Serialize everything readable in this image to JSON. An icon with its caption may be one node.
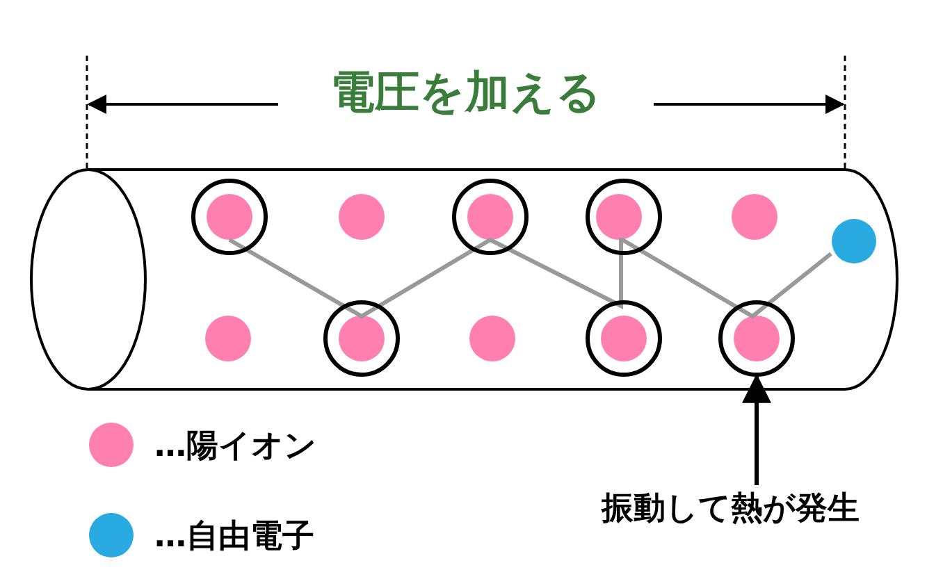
{
  "diagram": {
    "title": "電圧を加える",
    "nodes": [
      {
        "text": [
          "振動して熱が発生"
        ]
      },
      {
        "text": [],
        "shape": "circle"
      }
    ],
    "edges": [
      {
        "from": 0,
        "to": 1,
        "arrow": "to"
      }
    ],
    "legend": [
      {
        "text": "…陽イオン",
        "color": "#ff7fae"
      },
      {
        "text": "…自由電子",
        "color": "#29abe2"
      }
    ]
  }
}
